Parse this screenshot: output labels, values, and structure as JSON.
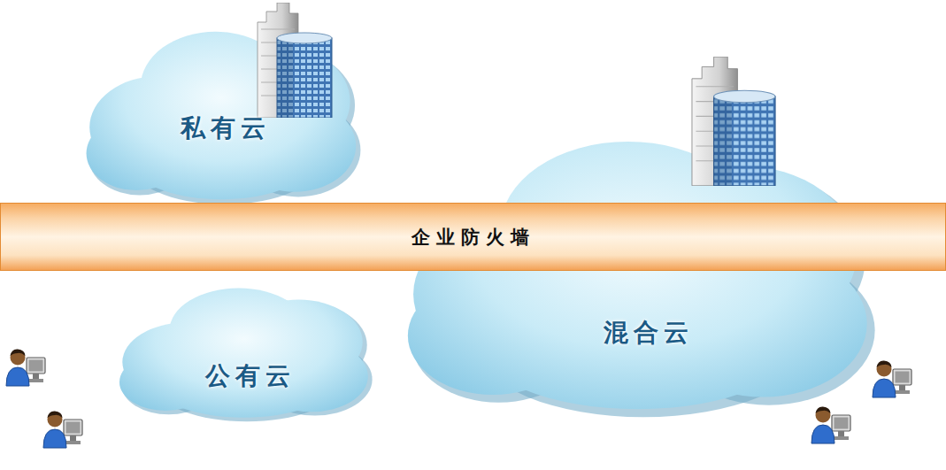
{
  "diagram": {
    "nodes": [
      {
        "text": [
          "私有云"
        ]
      },
      {
        "text": [
          "企业防火墙"
        ]
      },
      {
        "text": [
          "混合云"
        ]
      },
      {
        "text": [
          "公有云"
        ]
      }
    ]
  }
}
